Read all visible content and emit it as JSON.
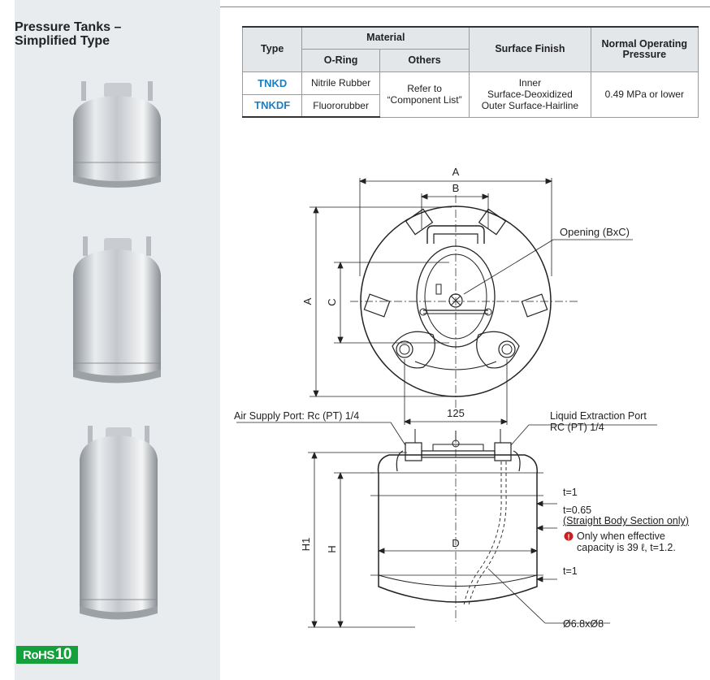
{
  "sidebar": {
    "title_line1": "Pressure Tanks –",
    "title_line2": "Simplified Type",
    "badge_text": "RoHS",
    "badge_number": "10"
  },
  "table": {
    "headers": {
      "type": "Type",
      "material": "Material",
      "oring": "O-Ring",
      "others": "Others",
      "finish": "Surface Finish",
      "pressure_line1": "Normal Operating",
      "pressure_line2": "Pressure"
    },
    "rows": [
      {
        "type": "TNKD",
        "oring": "Nitrile Rubber"
      },
      {
        "type": "TNKDF",
        "oring": "Fluororubber"
      }
    ],
    "others_line1": "Refer to",
    "others_line2": "“Component List”",
    "finish_line1": "Inner",
    "finish_line2": "Surface-Deoxidized",
    "finish_line3": "Outer Surface-Hairline",
    "pressure": "0.49 MPa or lower"
  },
  "top_view": {
    "dim_a_top": "A",
    "dim_b": "B",
    "dim_a_side": "A",
    "dim_c": "C",
    "dim_125": "125",
    "opening_label": "Opening (BxC)"
  },
  "side_view": {
    "air_port": "Air Supply Port: Rc (PT) 1/4",
    "liquid_port_line1": "Liquid Extraction Port",
    "liquid_port_line2": "RC (PT) 1/4",
    "h1": "H1",
    "h": "H",
    "d": "D",
    "t1_top": "t=1",
    "t065": "t=0.65",
    "straight_body": "(Straight Body Section only)",
    "note_line1": "Only when effective",
    "note_line2": "capacity is 39 ℓ, t=1.2.",
    "t1_bottom": "t=1",
    "pipe": "Ø6.8xØ8"
  },
  "colors": {
    "accent_blue": "#1a7fc4",
    "rohs_green": "#14a03a",
    "warning_red": "#cc1f1f",
    "sidebar_bg": "#e8ecef"
  }
}
